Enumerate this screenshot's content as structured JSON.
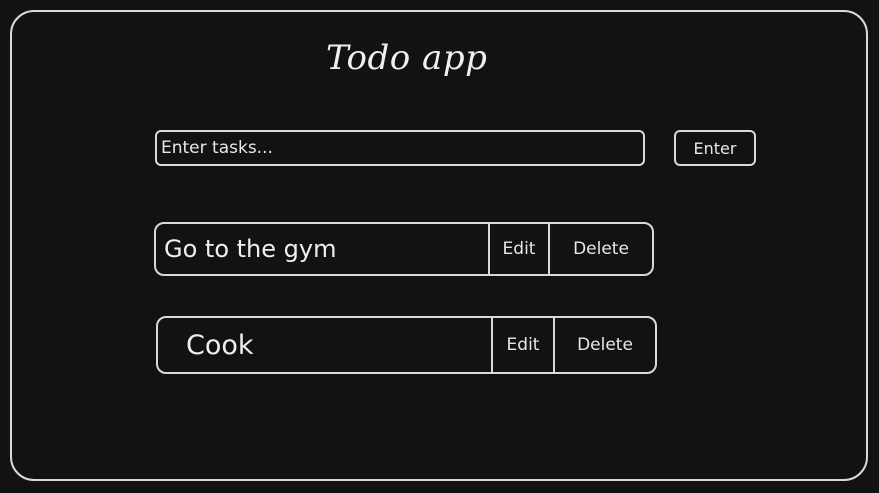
{
  "app": {
    "title": "Todo app"
  },
  "input": {
    "placeholder": "Enter tasks...",
    "value": ""
  },
  "enter_button": {
    "label": "Enter"
  },
  "todos": [
    {
      "text": "Go to the gym",
      "edit_label": "Edit",
      "delete_label": "Delete"
    },
    {
      "text": "Cook",
      "edit_label": "Edit",
      "delete_label": "Delete"
    }
  ]
}
